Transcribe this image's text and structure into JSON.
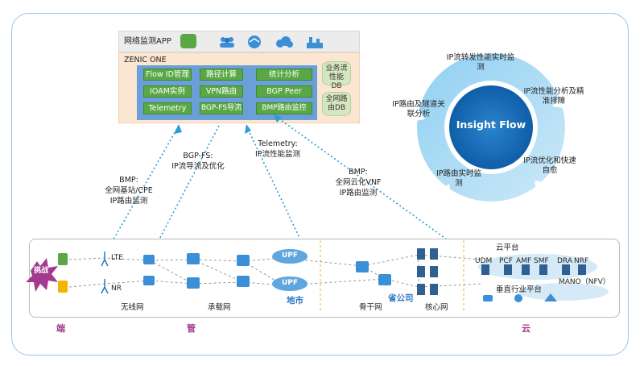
{
  "app_bar": {
    "label": "网络监测APP"
  },
  "zenic": {
    "title": "ZENIC ONE",
    "modules": [
      "Flow ID管理",
      "路径计算",
      "统计分析",
      "IOAM实例",
      "VPN路由",
      "BGP Peer",
      "Telemetry",
      "BGP-FS导流",
      "BMP路由监控"
    ],
    "db1": "业务流性能DB",
    "db2": "全网路由DB"
  },
  "insight": {
    "center": "Insight Flow",
    "s1": "IP流转发性能实时监测",
    "s2": "IP流性能分析及精准排障",
    "s3": "IP流优化和快速自愈",
    "s4": "IP路由实时监测",
    "s5": "IP路由及隧道关联分析"
  },
  "annotations": {
    "a1_l1": "BMP:",
    "a1_l2": "全网基站/CPE",
    "a1_l3": "IP路由监测",
    "a2_l1": "BGP-FS:",
    "a2_l2": "IP流导流及优化",
    "a3_l1": "Telemetry:",
    "a3_l2": "IP流性能监测",
    "a4_l1": "BMP:",
    "a4_l2": "全网云化VNF",
    "a4_l3": "IP路由监测"
  },
  "network": {
    "challenge": "挑战",
    "lte": "LTE",
    "nr": "NR",
    "upf": "UPF",
    "cloud_platform": "云平台",
    "cloud_nfs": [
      "UDM",
      "PCF",
      "AMF",
      "SMF",
      "DRA",
      "NRF"
    ],
    "mano": "MANO（NFV）",
    "vertical": "垂直行业平台",
    "city": "地市",
    "province": "省公司",
    "wireless": "无线网",
    "bearer": "承载网",
    "backbone": "骨干网",
    "core": "核心网"
  },
  "bottom": {
    "end": "端",
    "pipe": "管",
    "cloud": "云"
  }
}
